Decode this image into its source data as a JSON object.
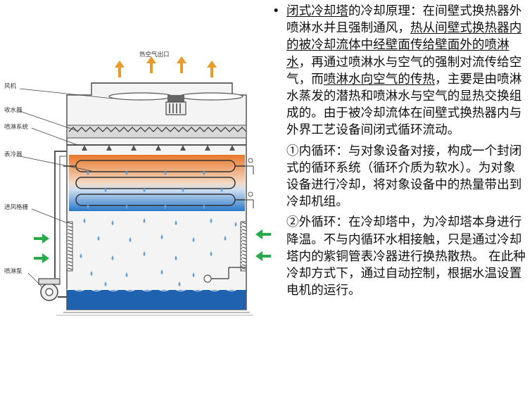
{
  "diagram": {
    "labels": {
      "air_outlet": "热空气出口",
      "fan": "风机",
      "eliminator": "收水器",
      "spray_system": "喷淋系统",
      "coil": "表冷器",
      "inlet_louver": "进风格栅",
      "spray_pump": "喷淋泵"
    },
    "colors": {
      "hot": "#e8782a",
      "cold": "#2a78c8",
      "water": "#1f62b0",
      "arrow_out": "#e89b2a",
      "arrow_in": "#2aa84a",
      "frame": "#555555"
    }
  },
  "text": {
    "bullet": "•",
    "p1_a": "闭式冷却塔",
    "p1_b": "的冷却原理：在间壁式换热器外喷淋水并且强制通风，",
    "p1_c": "热从间壁式换热器内的被冷却流体中经壁面传给壁面外的喷淋水",
    "p1_d": "，再通过喷淋水与空气的强制对流传给空气，而",
    "p1_e": "喷淋水向空气的传热",
    "p1_f": "，主要是由喷淋水蒸发的潜热和喷淋水与空气的显热交换组成的。由于被冷却流体在间壁式换热器内与外界工艺设备间闭式循环流动。",
    "p2": "①内循环：与对象设备对接，构成一个封闭式的循环系统（循环介质为软水）。为对象设备进行冷却，将对象设备中的热量带出到冷却机组。",
    "p3": "②外循环：在冷却塔中，为冷却塔本身进行降温。不与内循环水相接触，只是通过冷却塔内的紫铜管表冷器进行换热散热。 在此种冷却方式下，通过自动控制，根据水温设置电机的运行。"
  }
}
